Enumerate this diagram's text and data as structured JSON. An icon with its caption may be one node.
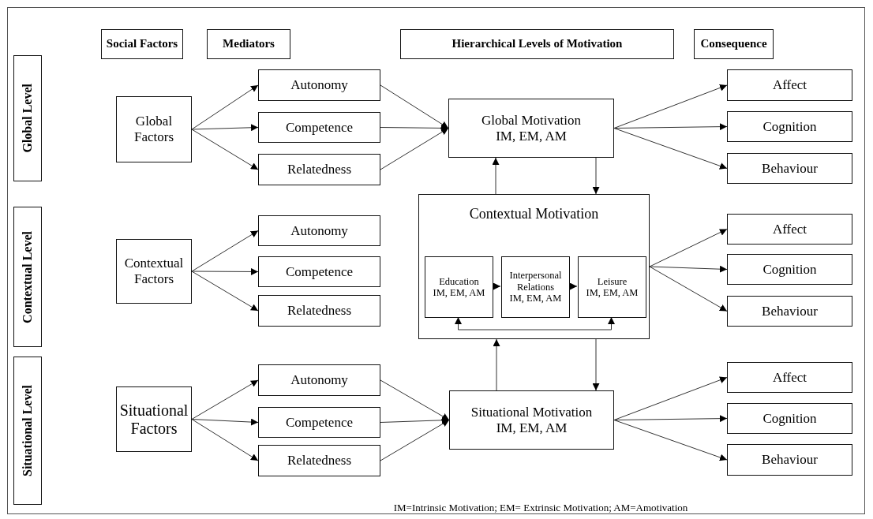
{
  "diagram": {
    "nodes": [
      {
        "text": [
          "Social Factors"
        ]
      },
      {
        "text": [
          "Mediators"
        ]
      },
      {
        "text": [
          "Hierarchical Levels of Motivation"
        ]
      },
      {
        "text": [
          "Consequence"
        ]
      },
      {
        "text": [
          "Global Level"
        ]
      },
      {
        "text": [
          "Global Factors"
        ]
      },
      {
        "text": [
          "Autonomy"
        ]
      },
      {
        "text": [
          "Competence"
        ]
      },
      {
        "text": [
          "Relatedness"
        ]
      },
      {
        "text": [
          "Global Motivation",
          "IM, EM, AM"
        ]
      },
      {
        "text": [
          "Affect"
        ]
      },
      {
        "text": [
          "Cognition"
        ]
      },
      {
        "text": [
          "Behaviour"
        ]
      },
      {
        "text": [
          "Contextual Level"
        ]
      },
      {
        "text": [
          "Contextual Factors"
        ]
      },
      {
        "text": [
          "Autonomy"
        ]
      },
      {
        "text": [
          "Competence"
        ]
      },
      {
        "text": [
          "Relatedness"
        ]
      },
      {
        "text": [
          "Contextual Motivation"
        ]
      },
      {
        "text": [
          "Education",
          "IM, EM, AM"
        ],
        "in": 18
      },
      {
        "text": [
          "Interpersonal Relations",
          "IM, EM, AM"
        ],
        "in": 18
      },
      {
        "text": [
          "Leisure",
          "IM, EM, AM"
        ],
        "in": 18
      },
      {
        "text": [
          "Affect"
        ]
      },
      {
        "text": [
          "Cognition"
        ]
      },
      {
        "text": [
          "Behaviour"
        ]
      },
      {
        "text": [
          "Situational Level"
        ]
      },
      {
        "text": [
          "Situational Factors"
        ]
      },
      {
        "text": [
          "Autonomy"
        ]
      },
      {
        "text": [
          "Competence"
        ]
      },
      {
        "text": [
          "Relatedness"
        ]
      },
      {
        "text": [
          "Situational Motivation",
          "IM, EM, AM"
        ]
      },
      {
        "text": [
          "Affect"
        ]
      },
      {
        "text": [
          "Cognition"
        ]
      },
      {
        "text": [
          "Behaviour"
        ]
      }
    ],
    "edges": [
      {
        "from": 5,
        "to": 6,
        "arrow": "to"
      },
      {
        "from": 5,
        "to": 7,
        "arrow": "to"
      },
      {
        "from": 5,
        "to": 8,
        "arrow": "to"
      },
      {
        "from": 6,
        "to": 9,
        "arrow": "to"
      },
      {
        "from": 7,
        "to": 9,
        "arrow": "to"
      },
      {
        "from": 8,
        "to": 9,
        "arrow": "to"
      },
      {
        "from": 9,
        "to": 10,
        "arrow": "to"
      },
      {
        "from": 9,
        "to": 11,
        "arrow": "to"
      },
      {
        "from": 9,
        "to": 12,
        "arrow": "to"
      },
      {
        "from": 9,
        "to": 18,
        "arrow": "to"
      },
      {
        "from": 18,
        "to": 9,
        "arrow": "to"
      },
      {
        "from": 14,
        "to": 15,
        "arrow": "to"
      },
      {
        "from": 14,
        "to": 16,
        "arrow": "to"
      },
      {
        "from": 14,
        "to": 17,
        "arrow": "to"
      },
      {
        "from": 19,
        "to": 20,
        "arrow": "to"
      },
      {
        "from": 20,
        "to": 21,
        "arrow": "to"
      },
      {
        "from": 19,
        "to": 21,
        "arrow": "both"
      },
      {
        "from": 18,
        "to": 22,
        "arrow": "to"
      },
      {
        "from": 18,
        "to": 23,
        "arrow": "to"
      },
      {
        "from": 18,
        "to": 24,
        "arrow": "to"
      },
      {
        "from": 18,
        "to": 30,
        "arrow": "to"
      },
      {
        "from": 30,
        "to": 18,
        "arrow": "to"
      },
      {
        "from": 26,
        "to": 27,
        "arrow": "to"
      },
      {
        "from": 26,
        "to": 28,
        "arrow": "to"
      },
      {
        "from": 26,
        "to": 29,
        "arrow": "to"
      },
      {
        "from": 27,
        "to": 30,
        "arrow": "to"
      },
      {
        "from": 28,
        "to": 30,
        "arrow": "to"
      },
      {
        "from": 29,
        "to": 30,
        "arrow": "to"
      },
      {
        "from": 30,
        "to": 31,
        "arrow": "to"
      },
      {
        "from": 30,
        "to": 32,
        "arrow": "to"
      },
      {
        "from": 30,
        "to": 33,
        "arrow": "to"
      }
    ],
    "labels": [
      "IM=Intrinsic Motivation; EM= Extrinsic Motivation; AM=Amotivation"
    ]
  }
}
